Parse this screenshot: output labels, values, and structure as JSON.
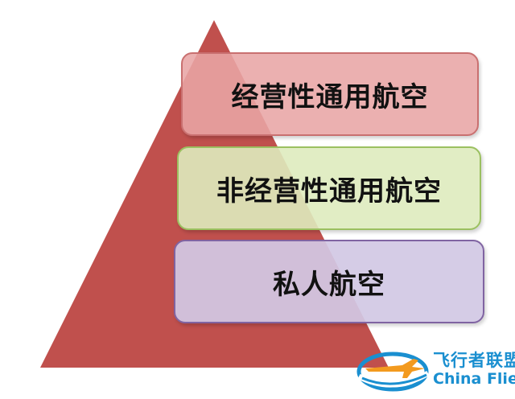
{
  "colors": {
    "pyramid_fill": "#c0504d",
    "tier_0_fill": "rgba(232,165,165,0.88)",
    "tier_0_border": "#c97070",
    "tier_1_fill": "rgba(222,235,190,0.9)",
    "tier_1_border": "#9bc060",
    "tier_2_fill": "rgba(210,200,228,0.93)",
    "tier_2_border": "#8064a2",
    "watermark_blue": "#1a8fd0",
    "watermark_orange": "#f39a1e"
  },
  "tiers": [
    {
      "label": "经营性通用航空"
    },
    {
      "label": "非经营性通用航空"
    },
    {
      "label": "私人航空"
    }
  ],
  "watermark": {
    "cn": "飞行者联盟",
    "en": "China Flier"
  }
}
